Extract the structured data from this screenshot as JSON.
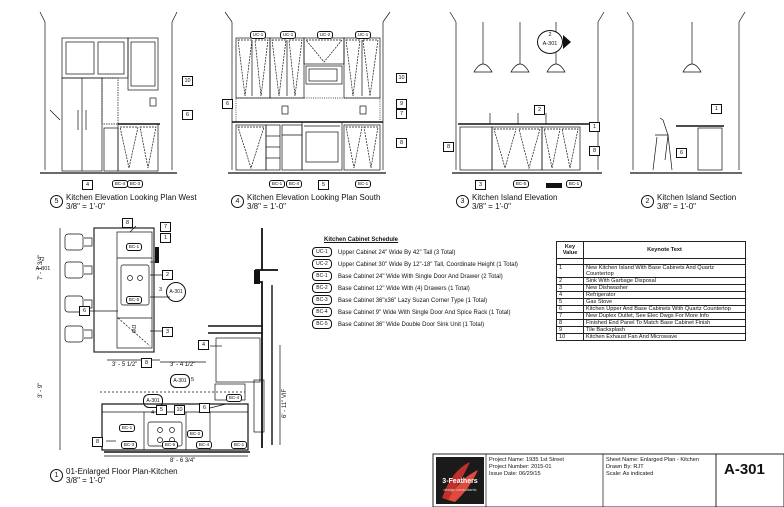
{
  "views": [
    {
      "number": "5",
      "title": "Kitchen Elevation Looking Plan West",
      "scale": "3/8\" = 1'-0\""
    },
    {
      "number": "4",
      "title": "Kitchen Elevation Looking Plan South",
      "scale": "3/8\" = 1'-0\""
    },
    {
      "number": "3",
      "title": "Kitchen Island Elevation",
      "scale": "3/8\" = 1'-0\""
    },
    {
      "number": "2",
      "title": "Kitchen Island Section",
      "scale": "3/8\" = 1'-0\""
    },
    {
      "number": "1",
      "title": "01-Enlarged Floor Plan-Kitchen",
      "scale": "3/8\" = 1'-0\""
    }
  ],
  "section_marks": {
    "a": "2",
    "b": "A-301",
    "c": "3",
    "d": "5",
    "e": "4"
  },
  "tags": {
    "uc1": "UC-1",
    "uc2": "UC-2",
    "bc1": "BC-1",
    "bc2": "BC-2",
    "bc3": "BC-3",
    "bc4": "BC-4",
    "bc5": "BC-5",
    "dw": "DW"
  },
  "keynote_bubbles": [
    "1",
    "2",
    "3",
    "4",
    "5",
    "6",
    "7",
    "8",
    "9",
    "10"
  ],
  "dimensions": {
    "d1": "7' - 1 3/4\"",
    "d2": "3' - 9\"",
    "d3": "3' - 5 1/2\"",
    "d4": "3' - 4 1/2\"",
    "d5": "6' - 11\" VIF",
    "d6": "8' - 6 3/4\""
  },
  "schedule": {
    "title": "Kitchen Cabinet Schedule",
    "items": [
      {
        "tag": "UC-1",
        "text": "Upper Cabinet 24\" Wide By 42\" Tall (3 Total)"
      },
      {
        "tag": "UC-2",
        "text": "Upper Cabinet 30\" Wide By 12\"-18\" Tall, Coordinate Height (1 Total)"
      },
      {
        "tag": "BC-1",
        "text": "Base Cabinet 24\" Wide With Single Door And Drawer (2 Total)"
      },
      {
        "tag": "BC-2",
        "text": "Base Cabinet 12\" Wide With (4) Drawers (1 Total)"
      },
      {
        "tag": "BC-3",
        "text": "Base Cabinet 36\"x36\" Lazy Suzan Corner Type (1 Total)"
      },
      {
        "tag": "BC-4",
        "text": "Base Cabinet 9\" Wide With Single Door And Spice Rack (1 Total)"
      },
      {
        "tag": "BC-5",
        "text": "Base Cabinet 36\" Wide Double Door Sink Unit (1 Total)"
      }
    ]
  },
  "keynotes": {
    "head_key": "Key Value",
    "head_text": "Keynote Text",
    "rows": [
      {
        "key": "1",
        "text": "New Kitchen Island With Base Cabinets And Quartz Countertop"
      },
      {
        "key": "2",
        "text": "Sink With Garbage Disposal"
      },
      {
        "key": "3",
        "text": "New Dishwasher"
      },
      {
        "key": "4",
        "text": "Refrigerator"
      },
      {
        "key": "5",
        "text": "Gas Stove"
      },
      {
        "key": "6",
        "text": "Kitchen Upper And Base Cabinets With Quartz Countertop"
      },
      {
        "key": "7",
        "text": "New Duplex Outlet, See Elec Dwgs For More Info"
      },
      {
        "key": "8",
        "text": "Finished End Panel To Match Base Cabinet Finish"
      },
      {
        "key": "9",
        "text": "Tile Backsplash"
      },
      {
        "key": "10",
        "text": "Kitchen Exhaust Fan And Microwave"
      }
    ]
  },
  "title_block": {
    "logo_main": "3-Feathers",
    "logo_sub": "design consultants",
    "project_name": "Project Name: 1935 1st Street",
    "project_number": "Project Number: 2015-01",
    "issue_date": "Issue Date: 06/29/15",
    "sheet_name": "Sheet Name: Enlarged Plan - Kitchen",
    "drawn_by": "Drawn By: RJT",
    "scale": "Scale: As indicated",
    "sheet_number": "A-301"
  }
}
